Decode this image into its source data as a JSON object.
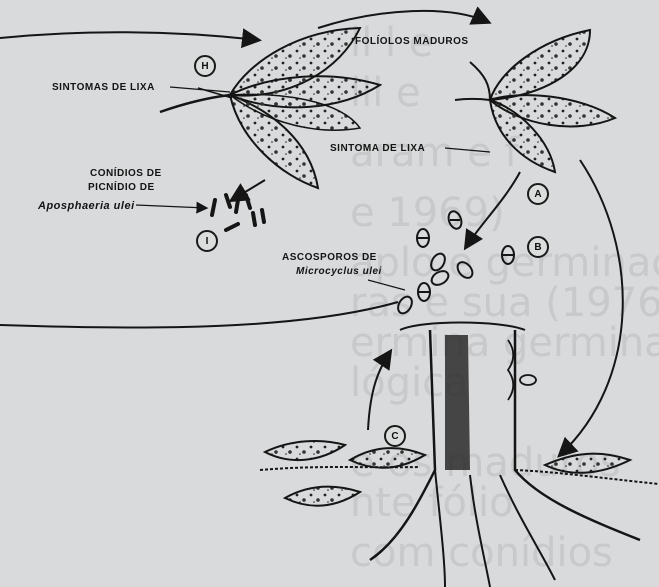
{
  "labels": {
    "sintomas_lixa": "SINTOMAS DE LIXA",
    "folioles": "FOLÍOLOS MADUROS",
    "sintoma_lixa": "SINTOMA DE LIXA",
    "conidios_l1": "CONÍDIOS DE",
    "conidios_l2": "PICNÍDIO DE",
    "aposphaeria": "Aposphaeria ulei",
    "ascosporos_l1": "ASCOSPOROS DE",
    "microcyclus": "Microcyclus ulei"
  },
  "badges": {
    "h": "H",
    "a": "A",
    "b": "B",
    "i": "I",
    "c": "C"
  }
}
